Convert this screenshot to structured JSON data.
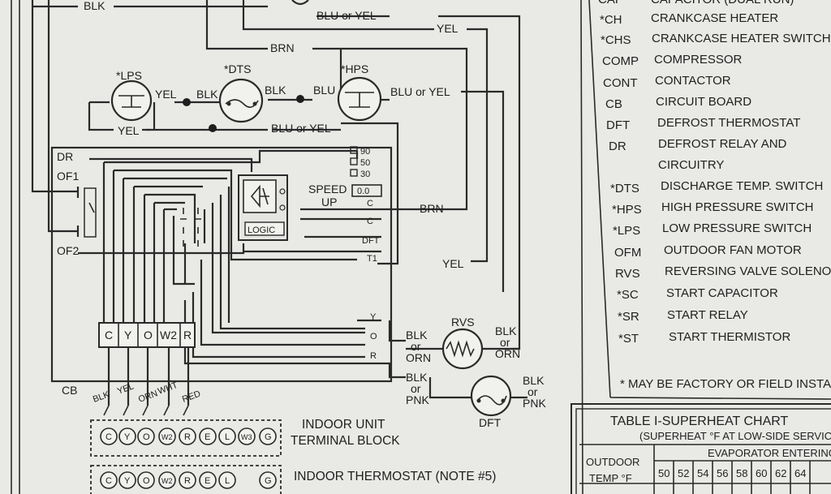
{
  "wires": {
    "blk_top": "BLK",
    "blu_or_yel_top": "BLU or YEL",
    "yel_top": "YEL",
    "brn_top": "BRN",
    "yel_lps": "YEL",
    "blk_lps_dts": "BLK",
    "blk_dts": "BLK",
    "blu_hps": "BLU",
    "blu_or_yel_hps": "BLU or YEL",
    "yel_bottom_lps": "YEL",
    "blu_or_yel_bottom": "BLU or YEL",
    "brn_board": "BRN",
    "yel_board": "YEL",
    "blk_or_orn_left": [
      "BLK",
      "or",
      "ORN"
    ],
    "blk_or_orn_right": [
      "BLK",
      "or",
      "ORN"
    ],
    "blk_or_pnk_left": [
      "BLK",
      "or",
      "PNK"
    ],
    "blk_or_pnk_right": [
      "BLK",
      "or",
      "PNK"
    ]
  },
  "components": {
    "lps": "*LPS",
    "dts": "*DTS",
    "hps": "*HPS",
    "dr": "DR",
    "of1": "OF1",
    "of2": "OF2",
    "speed_up": [
      "SPEED",
      "UP"
    ],
    "speed_options": [
      "90",
      "50",
      "30"
    ],
    "jumper_label": "0.0",
    "logic": "LOGIC",
    "board_pins": [
      "C",
      "C",
      "DFT",
      "T1"
    ],
    "rvs": "RVS",
    "dft": "DFT",
    "cb": "CB",
    "yor_pins": [
      "Y",
      "O",
      "R"
    ],
    "terminal_strip": [
      "C",
      "Y",
      "O",
      "W2",
      "R"
    ],
    "color_labels": [
      "BLK",
      "YEL",
      "ORN",
      "WHT",
      "RED"
    ]
  },
  "terminal_blocks": {
    "indoor_unit": [
      "INDOOR UNIT",
      "TERMINAL BLOCK"
    ],
    "indoor_thermostat": "INDOOR THERMOSTAT  (NOTE #5)",
    "unit_terminals": [
      "C",
      "Y",
      "O",
      "W2",
      "R",
      "E",
      "L",
      "W3",
      "G"
    ],
    "thermostat_terminals": [
      "C",
      "Y",
      "O",
      "W2",
      "R",
      "E",
      "L",
      "G"
    ]
  },
  "legend": {
    "items": [
      {
        "code": "CAP",
        "desc": "CAPACITOR (DUAL RUN)"
      },
      {
        "code": "*CH",
        "desc": "CRANKCASE HEATER"
      },
      {
        "code": "*CHS",
        "desc": "CRANKCASE HEATER SWITCH"
      },
      {
        "code": "COMP",
        "desc": "COMPRESSOR"
      },
      {
        "code": "CONT",
        "desc": "CONTACTOR"
      },
      {
        "code": "CB",
        "desc": "CIRCUIT BOARD"
      },
      {
        "code": "DFT",
        "desc": "DEFROST THERMOSTAT"
      },
      {
        "code": "DR",
        "desc": "DEFROST RELAY AND"
      },
      {
        "code": "",
        "desc": "CIRCUITRY"
      },
      {
        "code": "*DTS",
        "desc": "DISCHARGE TEMP. SWITCH"
      },
      {
        "code": "*HPS",
        "desc": "HIGH PRESSURE SWITCH"
      },
      {
        "code": "*LPS",
        "desc": "LOW PRESSURE SWITCH"
      },
      {
        "code": "OFM",
        "desc": "OUTDOOR FAN MOTOR"
      },
      {
        "code": "RVS",
        "desc": "REVERSING VALVE SOLENOID"
      },
      {
        "code": "*SC",
        "desc": "START CAPACITOR"
      },
      {
        "code": "*SR",
        "desc": "START RELAY"
      },
      {
        "code": "*ST",
        "desc": "START THERMISTOR"
      }
    ],
    "note": "* MAY BE FACTORY OR FIELD INSTALLED"
  },
  "table": {
    "title": "TABLE I-SUPERHEAT CHART",
    "subtitle": "(SUPERHEAT °F AT LOW-SIDE SERVICE PORT)",
    "group_header": "EVAPORATOR ENTERING AIR",
    "row_header": [
      "OUTDOOR",
      "TEMP °F"
    ],
    "columns": [
      "50",
      "52",
      "54",
      "56",
      "58",
      "60",
      "62",
      "64"
    ]
  }
}
